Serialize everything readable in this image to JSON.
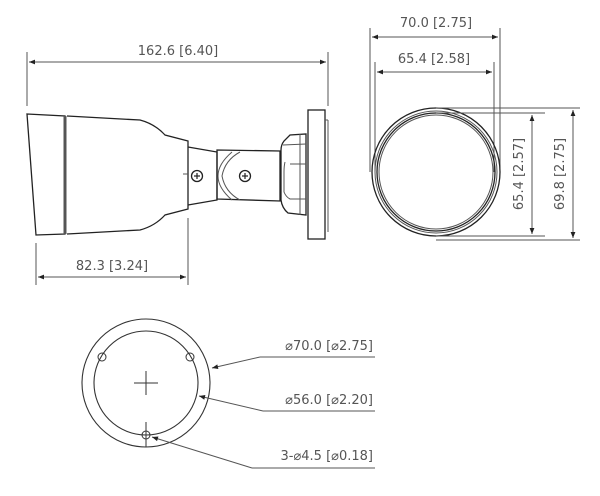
{
  "side_view": {
    "overall_length": "162.6 [6.40]",
    "body_length": "82.3 [3.24]"
  },
  "front_view": {
    "outer_width": "70.0 [2.75]",
    "inner_width": "65.4 [2.58]",
    "inner_height": "65.4 [2.57]",
    "outer_height": "69.8 [2.75]"
  },
  "mount_view": {
    "outer_diameter": "⌀70.0 [⌀2.75]",
    "bolt_circle": "⌀56.0 [⌀2.20]",
    "holes": "3-⌀4.5 [⌀0.18]"
  },
  "colors": {
    "line": "#333333",
    "text": "#555555",
    "background": "#ffffff"
  }
}
